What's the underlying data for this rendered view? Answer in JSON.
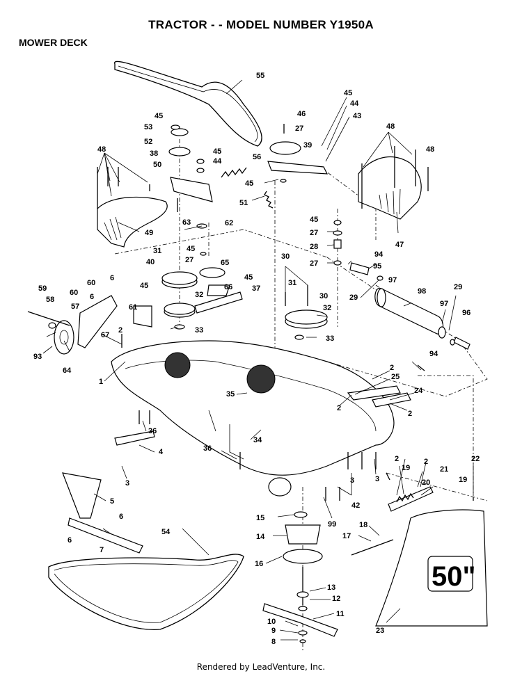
{
  "header": {
    "title": "TRACTOR - - MODEL NUMBER Y1950A",
    "subtitle": "MOWER DECK"
  },
  "footer": "Rendered by LeadVenture, Inc.",
  "decal_text": "50\"",
  "callouts": [
    {
      "id": "c1",
      "text": "1"
    },
    {
      "id": "c2a",
      "text": "2"
    },
    {
      "id": "c2b",
      "text": "2"
    },
    {
      "id": "c2c",
      "text": "2"
    },
    {
      "id": "c2d",
      "text": "2"
    },
    {
      "id": "c2e",
      "text": "2"
    },
    {
      "id": "c2f",
      "text": "2"
    },
    {
      "id": "c2g",
      "text": "2"
    },
    {
      "id": "c3a",
      "text": "3"
    },
    {
      "id": "c3b",
      "text": "3"
    },
    {
      "id": "c3c",
      "text": "3"
    },
    {
      "id": "c4",
      "text": "4"
    },
    {
      "id": "c5",
      "text": "5"
    },
    {
      "id": "c6a",
      "text": "6"
    },
    {
      "id": "c6b",
      "text": "6"
    },
    {
      "id": "c6c",
      "text": "6"
    },
    {
      "id": "c6d",
      "text": "6"
    },
    {
      "id": "c7",
      "text": "7"
    },
    {
      "id": "c8",
      "text": "8"
    },
    {
      "id": "c9",
      "text": "9"
    },
    {
      "id": "c10",
      "text": "10"
    },
    {
      "id": "c11",
      "text": "11"
    },
    {
      "id": "c12",
      "text": "12"
    },
    {
      "id": "c13",
      "text": "13"
    },
    {
      "id": "c14",
      "text": "14"
    },
    {
      "id": "c15",
      "text": "15"
    },
    {
      "id": "c16",
      "text": "16"
    },
    {
      "id": "c17",
      "text": "17"
    },
    {
      "id": "c18",
      "text": "18"
    },
    {
      "id": "c19a",
      "text": "19"
    },
    {
      "id": "c19b",
      "text": "19"
    },
    {
      "id": "c20",
      "text": "20"
    },
    {
      "id": "c21",
      "text": "21"
    },
    {
      "id": "c22",
      "text": "22"
    },
    {
      "id": "c23",
      "text": "23"
    },
    {
      "id": "c24",
      "text": "24"
    },
    {
      "id": "c25",
      "text": "25"
    },
    {
      "id": "c27a",
      "text": "27"
    },
    {
      "id": "c27b",
      "text": "27"
    },
    {
      "id": "c27c",
      "text": "27"
    },
    {
      "id": "c27d",
      "text": "27"
    },
    {
      "id": "c28",
      "text": "28"
    },
    {
      "id": "c29a",
      "text": "29"
    },
    {
      "id": "c29b",
      "text": "29"
    },
    {
      "id": "c30a",
      "text": "30"
    },
    {
      "id": "c30b",
      "text": "30"
    },
    {
      "id": "c31a",
      "text": "31"
    },
    {
      "id": "c31b",
      "text": "31"
    },
    {
      "id": "c32a",
      "text": "32"
    },
    {
      "id": "c32b",
      "text": "32"
    },
    {
      "id": "c33a",
      "text": "33"
    },
    {
      "id": "c33b",
      "text": "33"
    },
    {
      "id": "c34",
      "text": "34"
    },
    {
      "id": "c35",
      "text": "35"
    },
    {
      "id": "c36a",
      "text": "36"
    },
    {
      "id": "c36b",
      "text": "36"
    },
    {
      "id": "c37",
      "text": "37"
    },
    {
      "id": "c38",
      "text": "38"
    },
    {
      "id": "c39",
      "text": "39"
    },
    {
      "id": "c40",
      "text": "40"
    },
    {
      "id": "c42",
      "text": "42"
    },
    {
      "id": "c43",
      "text": "43"
    },
    {
      "id": "c44a",
      "text": "44"
    },
    {
      "id": "c44b",
      "text": "44"
    },
    {
      "id": "c45a",
      "text": "45"
    },
    {
      "id": "c45b",
      "text": "45"
    },
    {
      "id": "c45c",
      "text": "45"
    },
    {
      "id": "c45d",
      "text": "45"
    },
    {
      "id": "c45e",
      "text": "45"
    },
    {
      "id": "c45f",
      "text": "45"
    },
    {
      "id": "c45g",
      "text": "45"
    },
    {
      "id": "c45h",
      "text": "45"
    },
    {
      "id": "c46",
      "text": "46"
    },
    {
      "id": "c47",
      "text": "47"
    },
    {
      "id": "c48a",
      "text": "48"
    },
    {
      "id": "c48b",
      "text": "48"
    },
    {
      "id": "c48c",
      "text": "48"
    },
    {
      "id": "c49",
      "text": "49"
    },
    {
      "id": "c50",
      "text": "50"
    },
    {
      "id": "c51",
      "text": "51"
    },
    {
      "id": "c52",
      "text": "52"
    },
    {
      "id": "c53",
      "text": "53"
    },
    {
      "id": "c54",
      "text": "54"
    },
    {
      "id": "c55",
      "text": "55"
    },
    {
      "id": "c56",
      "text": "56"
    },
    {
      "id": "c57",
      "text": "57"
    },
    {
      "id": "c58",
      "text": "58"
    },
    {
      "id": "c59",
      "text": "59"
    },
    {
      "id": "c60a",
      "text": "60"
    },
    {
      "id": "c60b",
      "text": "60"
    },
    {
      "id": "c61",
      "text": "61"
    },
    {
      "id": "c62",
      "text": "62"
    },
    {
      "id": "c63",
      "text": "63"
    },
    {
      "id": "c64",
      "text": "64"
    },
    {
      "id": "c65",
      "text": "65"
    },
    {
      "id": "c66",
      "text": "66"
    },
    {
      "id": "c67",
      "text": "67"
    },
    {
      "id": "c93",
      "text": "93"
    },
    {
      "id": "c94a",
      "text": "94"
    },
    {
      "id": "c94b",
      "text": "94"
    },
    {
      "id": "c95",
      "text": "95"
    },
    {
      "id": "c96",
      "text": "96"
    },
    {
      "id": "c97a",
      "text": "97"
    },
    {
      "id": "c97b",
      "text": "97"
    },
    {
      "id": "c98",
      "text": "98"
    },
    {
      "id": "c99",
      "text": "99"
    }
  ]
}
